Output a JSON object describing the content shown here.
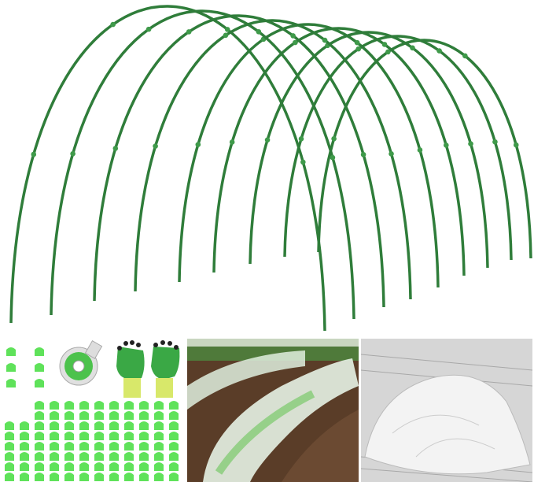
{
  "colors": {
    "hoop_green": "#2f7d3a",
    "hoop_joint": "#3f9a4a",
    "clip_green": "#5fe25a",
    "glove_green": "#3aa845",
    "glove_cuff": "#d8e86a",
    "soil": "#6b4a32",
    "snow": "#e8e8e8"
  },
  "product": {
    "hoop_count": 9,
    "clip_rows": 8,
    "photos": [
      "garden-tunnel-photo",
      "snow-cover-photo"
    ]
  }
}
